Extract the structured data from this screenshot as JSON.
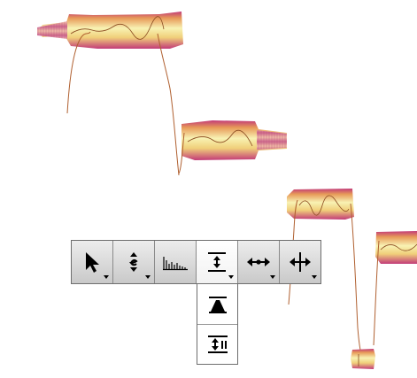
{
  "colors": {
    "blob_center": "#f8f2b3",
    "blob_mid": "#efc46a",
    "blob_edge": "#c23a78",
    "pitch_curve": "#b06030",
    "tool_active_bg": "#ffffff"
  },
  "canvas": {
    "blobs": [
      {
        "name": "note-blob-1"
      },
      {
        "name": "note-blob-2"
      },
      {
        "name": "note-blob-3"
      },
      {
        "name": "note-blob-4"
      },
      {
        "name": "note-blob-5"
      }
    ]
  },
  "toolbar": {
    "tools": [
      {
        "name": "main-tool-button",
        "icon": "arrow-pointer-icon",
        "active": false
      },
      {
        "name": "pitch-modulation-tool-button",
        "icon": "pitch-modulation-icon",
        "active": false
      },
      {
        "name": "formant-tool-button",
        "icon": "formant-bars-icon",
        "active": false
      },
      {
        "name": "amplitude-tool-button",
        "icon": "amplitude-icon",
        "active": true
      },
      {
        "name": "time-tool-button",
        "icon": "time-stretch-icon",
        "active": false
      },
      {
        "name": "separation-tool-button",
        "icon": "move-cross-icon",
        "active": false
      }
    ],
    "dropdown": {
      "items": [
        {
          "name": "fade-tool-item",
          "icon": "fade-icon"
        },
        {
          "name": "amplitude-alt-tool-item",
          "icon": "amplitude-pause-icon"
        }
      ]
    }
  }
}
